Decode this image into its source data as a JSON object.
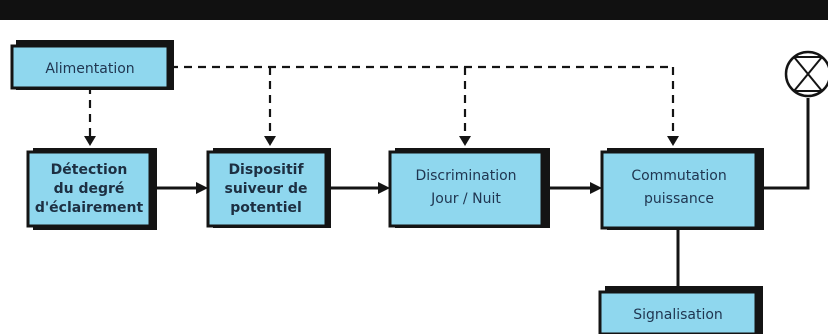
{
  "diagram": {
    "boxes": {
      "alimentation": {
        "lines": [
          "Alimentation"
        ]
      },
      "detection": {
        "lines": [
          "Détection",
          "du degré",
          "d'éclairement"
        ]
      },
      "dispositif": {
        "lines": [
          "Dispositif",
          "suiveur de",
          "potentiel"
        ]
      },
      "discrimination": {
        "lines": [
          "Discrimination",
          "Jour / Nuit"
        ]
      },
      "commutation": {
        "lines": [
          "Commutation",
          "puissance"
        ]
      },
      "signalisation": {
        "lines": [
          "Signalisation"
        ]
      }
    },
    "colors": {
      "box_fill": "#8fd7ee",
      "line": "#141414",
      "text": "#1d2f42"
    },
    "icons": {
      "lamp": "lamp-cross-icon"
    }
  }
}
